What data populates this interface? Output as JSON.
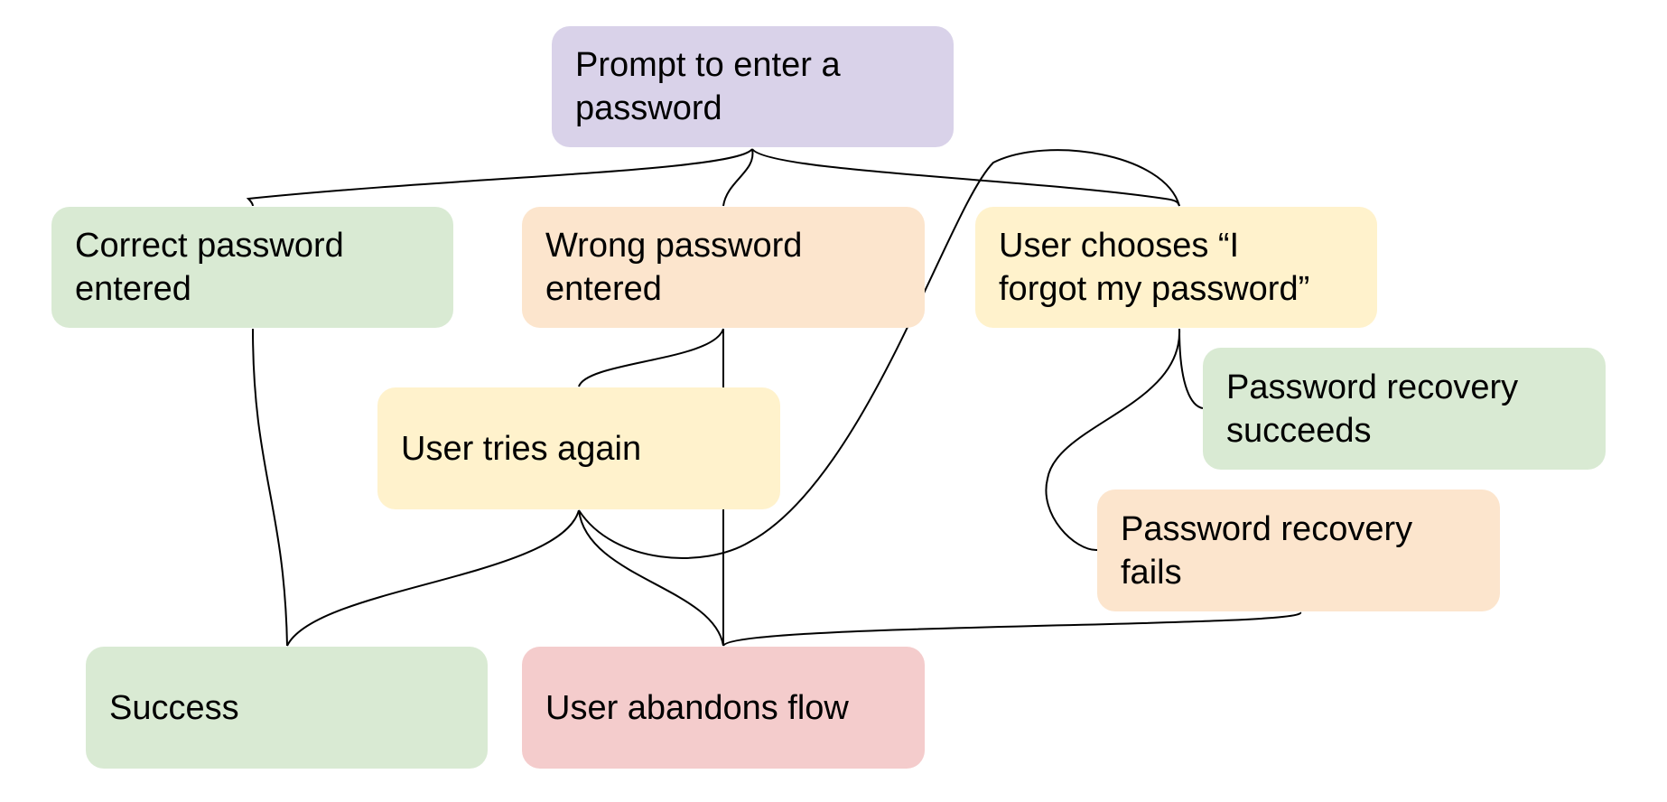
{
  "colors": {
    "purple": "#d9d2e9",
    "green": "#d9ead3",
    "orange": "#fce5cd",
    "yellow": "#fff2cc",
    "red": "#f4cccc",
    "line": "#000000"
  },
  "nodes": {
    "prompt": {
      "label": "Prompt to enter a\npassword",
      "color": "purple"
    },
    "correct": {
      "label": "Correct password\nentered",
      "color": "green"
    },
    "wrong": {
      "label": "Wrong password\nentered",
      "color": "orange"
    },
    "forgot": {
      "label": "User chooses “I\nforgot my password”",
      "color": "yellow"
    },
    "tries": {
      "label": "User tries again",
      "color": "yellow"
    },
    "succeeds": {
      "label": "Password recovery\nsucceeds",
      "color": "green"
    },
    "fails": {
      "label": "Password recovery\nfails",
      "color": "orange"
    },
    "success": {
      "label": "Success",
      "color": "green"
    },
    "abandon": {
      "label": "User abandons flow",
      "color": "red"
    }
  },
  "edges": [
    {
      "from": "prompt",
      "to": "correct"
    },
    {
      "from": "prompt",
      "to": "wrong"
    },
    {
      "from": "prompt",
      "to": "forgot"
    },
    {
      "from": "correct",
      "to": "success"
    },
    {
      "from": "wrong",
      "to": "tries"
    },
    {
      "from": "wrong",
      "to": "abandon"
    },
    {
      "from": "tries",
      "to": "success"
    },
    {
      "from": "tries",
      "to": "abandon"
    },
    {
      "from": "tries",
      "to": "forgot"
    },
    {
      "from": "forgot",
      "to": "succeeds"
    },
    {
      "from": "forgot",
      "to": "fails"
    },
    {
      "from": "fails",
      "to": "abandon"
    }
  ]
}
